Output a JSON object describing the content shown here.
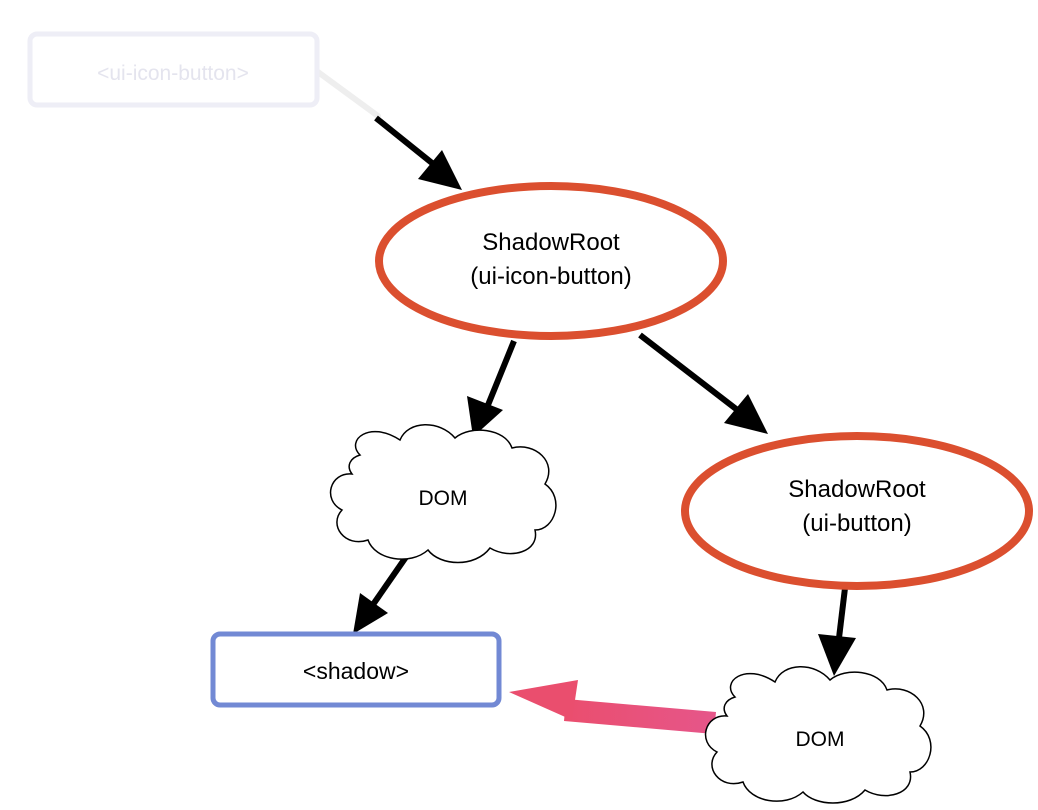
{
  "diagram": {
    "host_node": {
      "label": "<ui-icon-button>",
      "border_color": "#eeeef6",
      "text_color": "#e4e4ee"
    },
    "shadow_root_outer": {
      "line1": "ShadowRoot",
      "line2": "(ui-icon-button)",
      "border_color": "#db4f2f"
    },
    "shadow_root_inner": {
      "line1": "ShadowRoot",
      "line2": "(ui-button)",
      "border_color": "#db4f2f"
    },
    "dom_cloud_outer": {
      "label": "DOM"
    },
    "dom_cloud_inner": {
      "label": "DOM"
    },
    "shadow_insertion_point": {
      "label": "<shadow>",
      "border_color": "#7289d4"
    },
    "arrows": {
      "black_color": "#000000",
      "faded_color": "#eeeeee",
      "pink_color": "#e8547f"
    }
  }
}
